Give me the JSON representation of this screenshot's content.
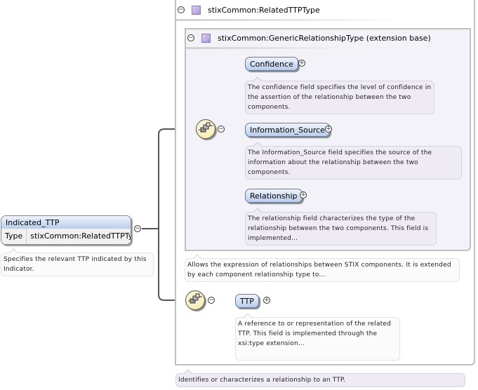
{
  "root_element": {
    "name": "Indicated_TTP",
    "type_label": "Type",
    "type_value": "stixCommon:RelatedTTPType",
    "documentation": "Specifies the relevant TTP indicated by this Indicator."
  },
  "complex_type": {
    "name": "stixCommon:RelatedTTPType",
    "documentation": "Identifies or characterizes a relationship to an TTP."
  },
  "extension_base": {
    "name": "stixCommon:GenericRelationshipType (extension base)",
    "documentation": "Allows the expression of relationships between STIX components. It is extended by each component relationship type to..."
  },
  "base_elements": [
    {
      "name": "Confidence",
      "documentation": "The confidence field specifies the level of confidence in the assertion of the relationship between the two components."
    },
    {
      "name": "Information_Source",
      "documentation": "The Information_Source field specifies the source of the information about the relationship between the two components."
    },
    {
      "name": "Relationship",
      "documentation": "The relationship field characterizes the type of the relationship between the two components. This field is implemented..."
    }
  ],
  "extension_elements": [
    {
      "name": "TTP",
      "documentation": "A reference to or representation of the related TTP. This field is implemented through the xsi:type extension..."
    }
  ],
  "icons": {
    "collapse": "minus-circle",
    "expand": "plus-circle",
    "sequence": "sequence-compositor",
    "complex_type": "complex-type-square"
  },
  "colors": {
    "element_fill": "#b9cdec",
    "compositor_fill": "#f2e9a8",
    "extension_bg": "#f4f2f9",
    "border": "#c0c0c0"
  }
}
